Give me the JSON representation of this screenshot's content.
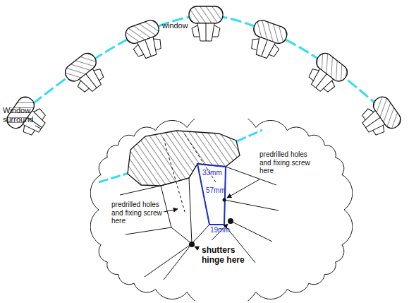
{
  "diagram": {
    "nodes": [
      {
        "text": [
          "33mm",
          "predrilled holes and fixing screw here",
          "57mm",
          "predrilled holes and fixing screw here",
          "19mm",
          "shutters hinge here"
        ]
      }
    ],
    "labels": [
      "window",
      "Window surround"
    ]
  }
}
